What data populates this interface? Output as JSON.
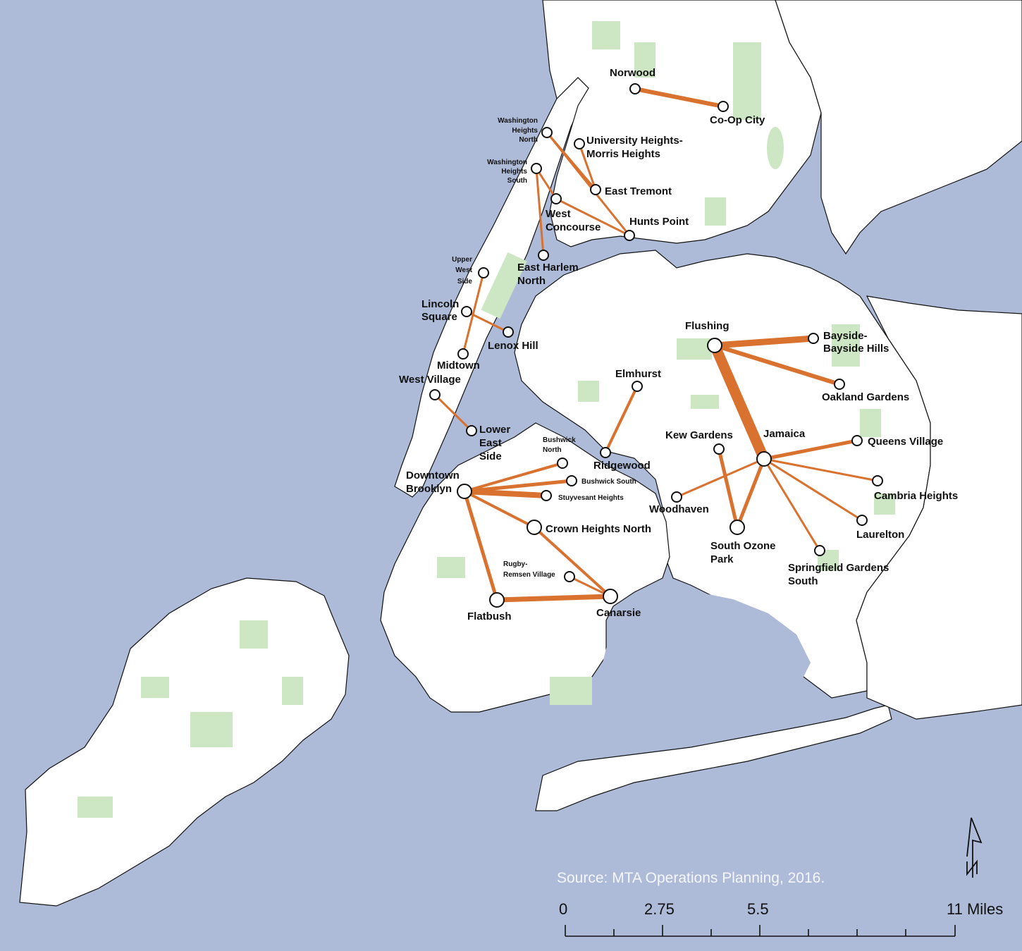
{
  "colors": {
    "water": "#aebbd8",
    "land": "#ffffff",
    "park": "#cde6c4",
    "route": "#d9712f",
    "node_fill": "#ffffff",
    "node_stroke": "#111111",
    "coast": "#111111"
  },
  "source": "Source: MTA Operations Planning, 2016.",
  "scale_bar": {
    "ticks": [
      "0",
      "2.75",
      "5.5",
      "11 Miles"
    ]
  },
  "north_arrow": {
    "icon": "north-arrow-icon",
    "letter": "N"
  },
  "neighborhoods": [
    {
      "id": "norwood",
      "label": "Norwood"
    },
    {
      "id": "coop-city",
      "label": "Co-Op City"
    },
    {
      "id": "wash-heights-north",
      "label": "Washington Heights North"
    },
    {
      "id": "univ-heights",
      "label": "University Heights- Morris Heights"
    },
    {
      "id": "wash-heights-south",
      "label": "Washington Heights South"
    },
    {
      "id": "east-tremont",
      "label": "East Tremont"
    },
    {
      "id": "west-concourse",
      "label": "West Concourse"
    },
    {
      "id": "hunts-point",
      "label": "Hunts Point"
    },
    {
      "id": "east-harlem-north",
      "label": "East Harlem North"
    },
    {
      "id": "upper-west-side",
      "label": "Upper West Side"
    },
    {
      "id": "lincoln-square",
      "label": "Lincoln Square"
    },
    {
      "id": "lenox-hill",
      "label": "Lenox Hill"
    },
    {
      "id": "midtown",
      "label": "Midtown"
    },
    {
      "id": "west-village",
      "label": "West Village"
    },
    {
      "id": "lower-east-side",
      "label": "Lower East Side"
    },
    {
      "id": "flushing",
      "label": "Flushing"
    },
    {
      "id": "bayside",
      "label": "Bayside- Bayside Hills"
    },
    {
      "id": "oakland-gardens",
      "label": "Oakland Gardens"
    },
    {
      "id": "elmhurst",
      "label": "Elmhurst"
    },
    {
      "id": "ridgewood",
      "label": "Ridgewood"
    },
    {
      "id": "kew-gardens",
      "label": "Kew Gardens"
    },
    {
      "id": "jamaica",
      "label": "Jamaica"
    },
    {
      "id": "queens-village",
      "label": "Queens Village"
    },
    {
      "id": "cambria-heights",
      "label": "Cambria Heights"
    },
    {
      "id": "laurelton",
      "label": "Laurelton"
    },
    {
      "id": "springfield-gardens",
      "label": "Springfield Gardens South"
    },
    {
      "id": "south-ozone-park",
      "label": "South Ozone Park"
    },
    {
      "id": "woodhaven",
      "label": "Woodhaven"
    },
    {
      "id": "bushwick-north",
      "label": "Bushwick North"
    },
    {
      "id": "bushwick-south",
      "label": "Bushwick South"
    },
    {
      "id": "stuyvesant-heights",
      "label": "Stuyvesant Heights"
    },
    {
      "id": "downtown-brooklyn",
      "label": "Downtown Brooklyn"
    },
    {
      "id": "crown-heights-north",
      "label": "Crown Heights North"
    },
    {
      "id": "rugby-remsen",
      "label": "Rugby- Remsen Village"
    },
    {
      "id": "flatbush",
      "label": "Flatbush"
    },
    {
      "id": "canarsie",
      "label": "Canarsie"
    }
  ],
  "routes": [
    {
      "from": "norwood",
      "to": "coop-city"
    },
    {
      "from": "wash-heights-north",
      "to": "east-tremont"
    },
    {
      "from": "wash-heights-north",
      "to": "hunts-point"
    },
    {
      "from": "univ-heights",
      "to": "east-tremont"
    },
    {
      "from": "wash-heights-south",
      "to": "west-concourse"
    },
    {
      "from": "wash-heights-south",
      "to": "east-harlem-north"
    },
    {
      "from": "west-concourse",
      "to": "hunts-point"
    },
    {
      "from": "upper-west-side",
      "to": "midtown"
    },
    {
      "from": "lincoln-square",
      "to": "lenox-hill"
    },
    {
      "from": "west-village",
      "to": "lower-east-side"
    },
    {
      "from": "flushing",
      "to": "bayside"
    },
    {
      "from": "flushing",
      "to": "oakland-gardens"
    },
    {
      "from": "flushing",
      "to": "jamaica"
    },
    {
      "from": "elmhurst",
      "to": "ridgewood"
    },
    {
      "from": "jamaica",
      "to": "queens-village"
    },
    {
      "from": "jamaica",
      "to": "cambria-heights"
    },
    {
      "from": "jamaica",
      "to": "laurelton"
    },
    {
      "from": "jamaica",
      "to": "springfield-gardens"
    },
    {
      "from": "jamaica",
      "to": "south-ozone-park"
    },
    {
      "from": "jamaica",
      "to": "woodhaven"
    },
    {
      "from": "kew-gardens",
      "to": "south-ozone-park"
    },
    {
      "from": "downtown-brooklyn",
      "to": "bushwick-north"
    },
    {
      "from": "downtown-brooklyn",
      "to": "bushwick-south"
    },
    {
      "from": "downtown-brooklyn",
      "to": "stuyvesant-heights"
    },
    {
      "from": "downtown-brooklyn",
      "to": "crown-heights-north"
    },
    {
      "from": "downtown-brooklyn",
      "to": "flatbush"
    },
    {
      "from": "crown-heights-north",
      "to": "canarsie"
    },
    {
      "from": "flatbush",
      "to": "canarsie"
    },
    {
      "from": "rugby-remsen",
      "to": "canarsie"
    }
  ]
}
